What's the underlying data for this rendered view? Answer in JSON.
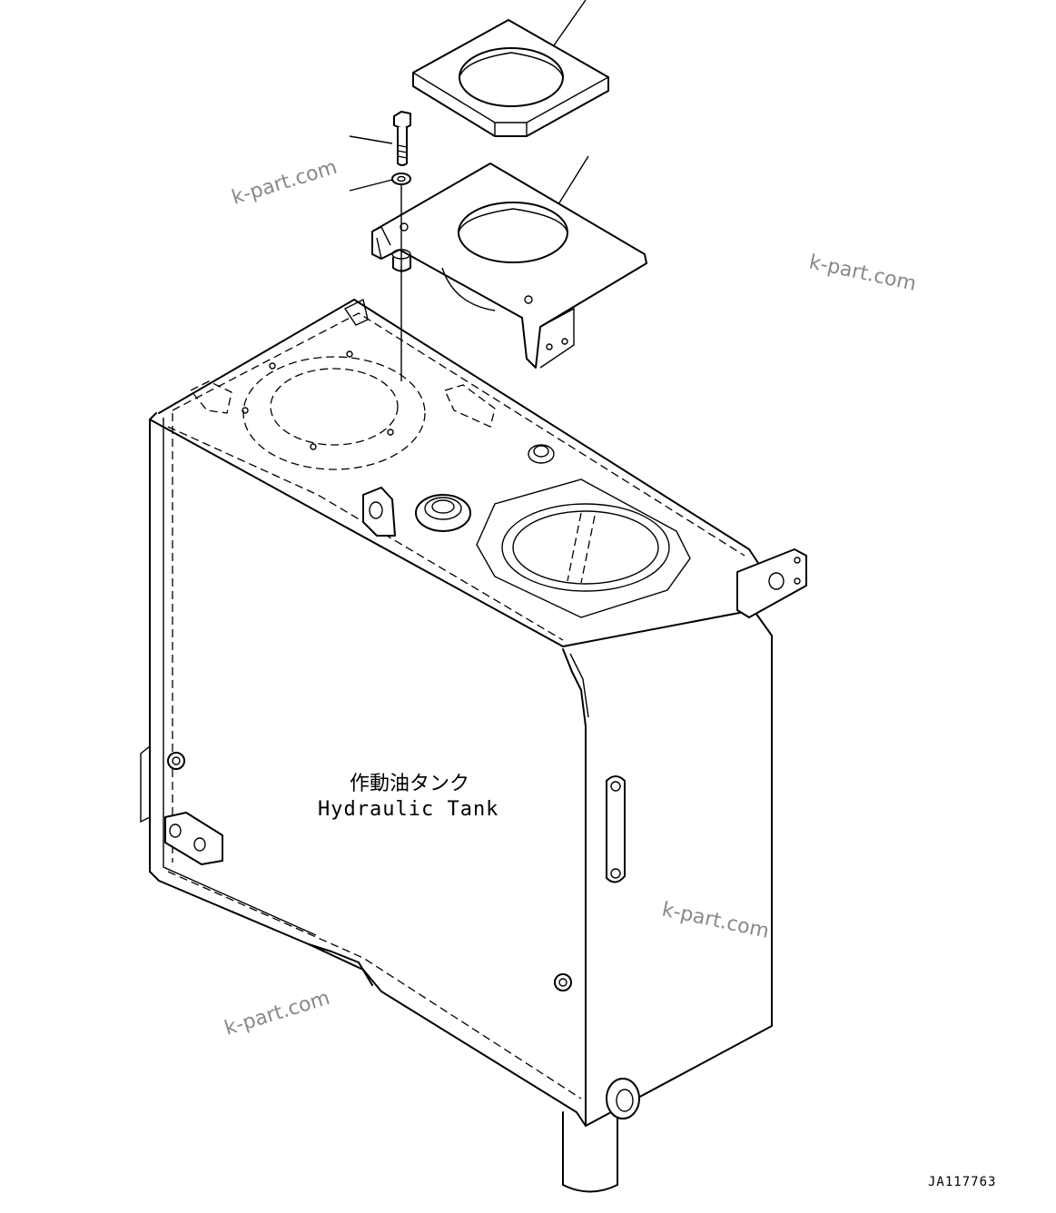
{
  "diagram": {
    "tank_label_jp": "作動油タンク",
    "tank_label_en": "Hydraulic Tank",
    "drawing_code": "JA117763",
    "watermarks": [
      "k-part.com",
      "k-part.com",
      "k-part.com",
      "k-part.com"
    ]
  }
}
